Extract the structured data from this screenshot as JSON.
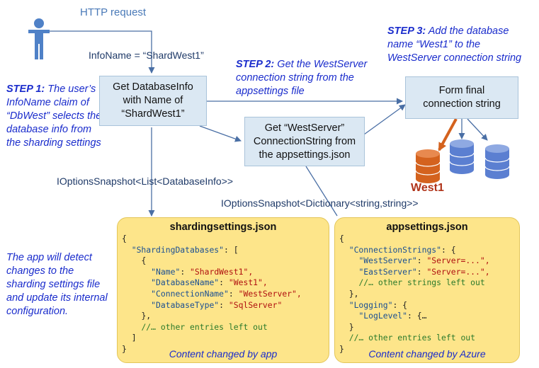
{
  "http_request": "HTTP request",
  "info_name": "InfoName = “ShardWest1”",
  "step1": {
    "lead": "STEP 1:",
    "l1": " The user’s",
    "l2": "InfoName claim of",
    "l3": "“DbWest” selects the",
    "l4": "database info from",
    "l5": "the sharding settings"
  },
  "step2": {
    "lead": "STEP 2:",
    "l1": " Get the WestServer",
    "l2": "connection string from the",
    "l3": "appsettings file"
  },
  "step3": {
    "lead": "STEP 3:",
    "l1": " Add the database",
    "l2": "name “West1” to the",
    "l3": "WestServer connection string"
  },
  "box_dbinfo": {
    "l1": "Get DatabaseInfo",
    "l2": "with Name of",
    "l3": "“ShardWest1”"
  },
  "box_westserver": {
    "l1": "Get “WestServer”",
    "l2": "ConnectionString from",
    "l3": "the appsettings.json"
  },
  "box_final": {
    "l1": "Form final",
    "l2": "connection string"
  },
  "west1_label": "West1",
  "ioptions_list": "IOptionsSnapshot<List<DatabaseInfo>>",
  "ioptions_dict": "IOptionsSnapshot<Dictionary<string,string>>",
  "detect_note": {
    "l1": "The app will detect",
    "l2": "changes to the",
    "l3": "sharding settings file",
    "l4": "and update its internal",
    "l5": "configuration."
  },
  "sharding_json": {
    "title": "shardingsettings.json",
    "footer": "Content changed by app",
    "open": "{",
    "key_dbs": "\"ShardingDatabases\"",
    "after_dbs": ": [",
    "obj_open": "{",
    "rows": [
      {
        "k": "\"Name\"",
        "v": "\"ShardWest1\","
      },
      {
        "k": "\"DatabaseName\"",
        "v": "\"West1\","
      },
      {
        "k": "\"ConnectionName\"",
        "v": "\"WestServer\","
      },
      {
        "k": "\"DatabaseType\"",
        "v": "\"SqlServer\""
      }
    ],
    "obj_close": "},",
    "comment": "//… other entries left out",
    "arr_close": "]",
    "close": "}"
  },
  "app_json": {
    "title": "appsettings.json",
    "footer": "Content changed by Azure",
    "open": "{",
    "key_cs": "\"ConnectionStrings\"",
    "after_cs": ": {",
    "rows": [
      {
        "k": "\"WestServer\"",
        "v": "\"Server=...\","
      },
      {
        "k": "\"EastServer\"",
        "v": "\"Server=...\","
      }
    ],
    "comment1": "//… other strings left out",
    "cs_close": "},",
    "key_log": "\"Logging\"",
    "after_log": ": {",
    "key_level": "\"LogLevel\"",
    "after_level": ": {…",
    "log_close": "}",
    "comment2": "//… other entries left out",
    "close": "}"
  },
  "colors": {
    "arrow": "#4a6fa5",
    "db_orange": "#d4621e",
    "db_blue": "#5b7fd1"
  }
}
